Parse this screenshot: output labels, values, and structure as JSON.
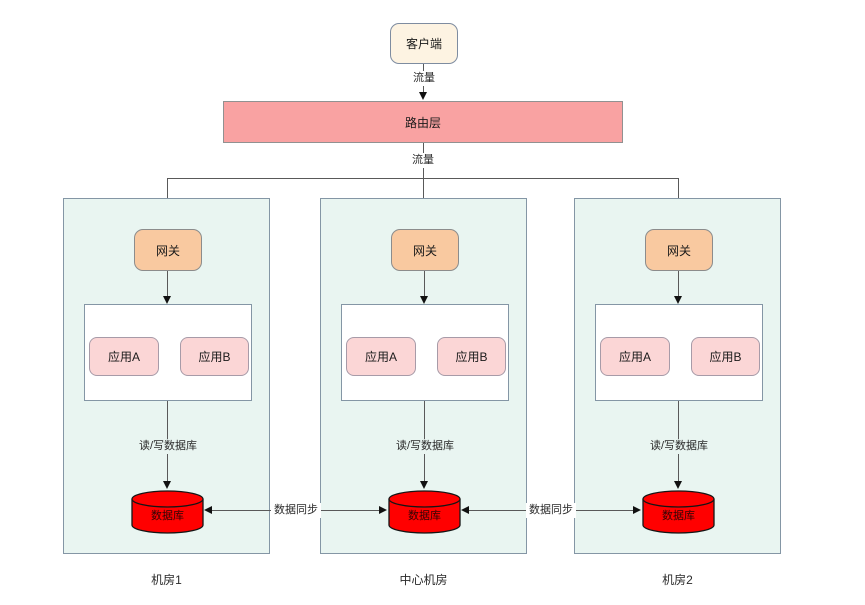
{
  "client": {
    "label": "客户端"
  },
  "router": {
    "label": "路由层"
  },
  "traffic_labels": [
    "流量",
    "流量"
  ],
  "zones": [
    {
      "name": "机房1",
      "gateway_label": "网关",
      "apps": [
        "应用A",
        "应用B"
      ],
      "db_access_label": "读/写数据库",
      "database_label": "数据库"
    },
    {
      "name": "中心机房",
      "gateway_label": "网关",
      "apps": [
        "应用A",
        "应用B"
      ],
      "db_access_label": "读/写数据库",
      "database_label": "数据库"
    },
    {
      "name": "机房2",
      "gateway_label": "网关",
      "apps": [
        "应用A",
        "应用B"
      ],
      "db_access_label": "读/写数据库",
      "database_label": "数据库"
    }
  ],
  "sync": {
    "labels": [
      "数据同步",
      "数据同步"
    ]
  },
  "colors": {
    "client_fill": "#fdf3e2",
    "router_fill": "#f9a2a2",
    "zone_fill": "#e9f5f1",
    "gateway_fill": "#f9c9a0",
    "app_fill": "#fbd6d6",
    "database_fill": "#ff0000",
    "connector": "#595959"
  }
}
